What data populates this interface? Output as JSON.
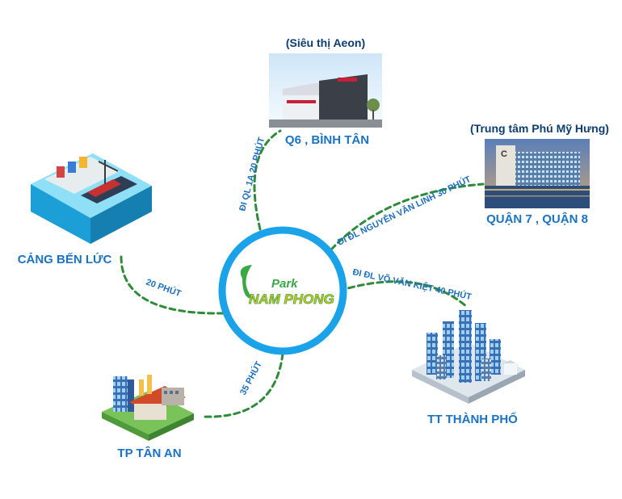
{
  "hub": {
    "logo_park": "Park",
    "logo_name": "NAM PHONG"
  },
  "destinations": {
    "aeon": {
      "caption": "(Siêu thị Aeon)",
      "label": "Q6 , BÌNH TÂN",
      "route": "ĐI QL 1A 20 PHÚT"
    },
    "phu_my_hung": {
      "caption": "(Trung tâm Phú Mỹ Hưng)",
      "label": "QUẬN 7 , QUẬN 8",
      "route": "ĐI ĐL NGUYỄN VĂN LINH 30 PHÚT"
    },
    "city_center": {
      "label": "TT THÀNH PHỐ",
      "route": "ĐI ĐL VÕ VĂN KIỆT 40 PHÚT"
    },
    "ben_luc_port": {
      "label": "CẢNG BẾN LỨC",
      "route": "20 PHÚT"
    },
    "tan_an": {
      "label": "TP TÂN AN",
      "route": "35 PHÚT"
    }
  },
  "colors": {
    "ring": "#1aa3e8",
    "connector": "#2e8b3a",
    "label": "#1a73c2",
    "logo_yellow": "#e8c21b",
    "logo_green": "#3aa844"
  }
}
